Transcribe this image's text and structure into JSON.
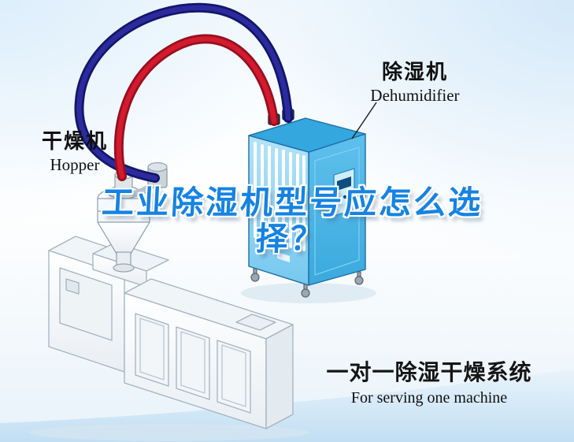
{
  "title": {
    "line1": "工业除湿机型号应怎么选",
    "line2": "择？",
    "full": "工业除湿机型号应怎么选择？"
  },
  "labels": {
    "hopper_cn": "干燥机",
    "hopper_en": "Hopper",
    "dehumidifier_cn": "除湿机",
    "dehumidifier_en": "Dehumidifier",
    "system_cn": "一对一除湿干燥系统",
    "system_en": "For serving one machine"
  },
  "colors": {
    "title_blue": "#1583e3",
    "hose_red": "#d31a2e",
    "hose_navy": "#1b1b7a",
    "dehumidifier_blue": "#45b4ea",
    "label_text": "#101010",
    "background_tint": "#dcedf9"
  },
  "illustration": {
    "parts": [
      "drying-hopper",
      "molding-machine",
      "industrial-dehumidifier",
      "red-supply-hose",
      "navy-return-hose"
    ]
  }
}
